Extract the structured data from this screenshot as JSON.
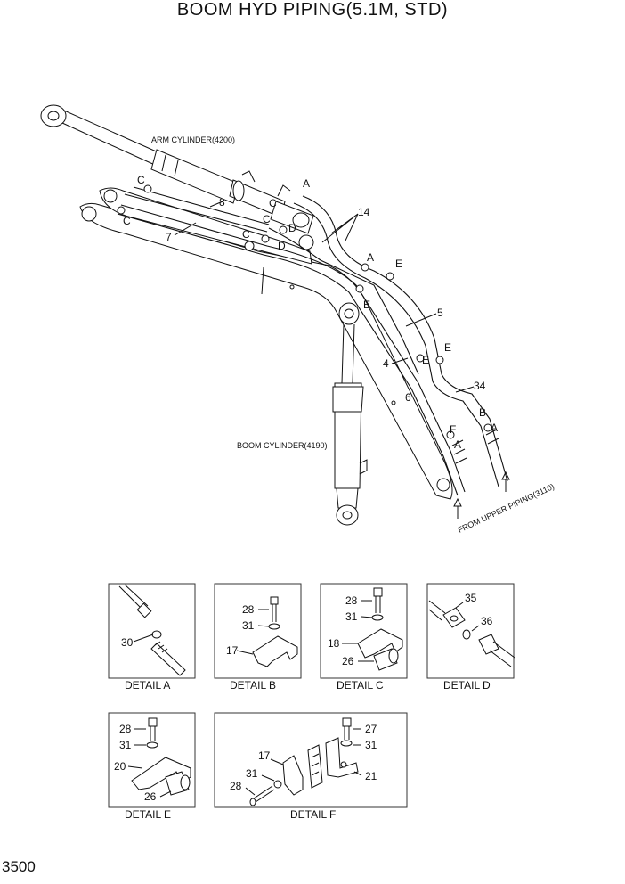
{
  "title": "BOOM HYD PIPING(5.1M, STD)",
  "page_number": "3500",
  "main_labels": {
    "arm_cylinder": "ARM CYLINDER(4200)",
    "boom_cylinder": "BOOM CYLINDER(4190)",
    "from_upper": "FROM UPPER PIPING(3110)"
  },
  "callouts": {
    "c1": "C",
    "c2": "C",
    "c3": "C",
    "c4": "C",
    "c5": "C",
    "d1": "D",
    "d2": "D",
    "a1": "A",
    "a2": "A",
    "a3": "A",
    "a4": "A",
    "e1": "E",
    "e2": "E",
    "e3": "E",
    "e4": "E",
    "b1": "B",
    "f1": "F",
    "n14": "14",
    "n8": "8",
    "n7": "7",
    "n5": "5",
    "n4": "4",
    "n6": "6",
    "n34": "34"
  },
  "details": {
    "a": {
      "caption": "DETAIL A",
      "p30": "30"
    },
    "b": {
      "caption": "DETAIL B",
      "p28": "28",
      "p31": "31",
      "p17": "17"
    },
    "c": {
      "caption": "DETAIL C",
      "p28": "28",
      "p31": "31",
      "p18": "18",
      "p26": "26"
    },
    "d": {
      "caption": "DETAIL D",
      "p35": "35",
      "p36": "36"
    },
    "e": {
      "caption": "DETAIL E",
      "p28": "28",
      "p31": "31",
      "p20": "20",
      "p26": "26"
    },
    "f": {
      "caption": "DETAIL F",
      "p17": "17",
      "p31a": "31",
      "p28": "28",
      "p27": "27",
      "p31b": "31",
      "p21": "21"
    }
  }
}
